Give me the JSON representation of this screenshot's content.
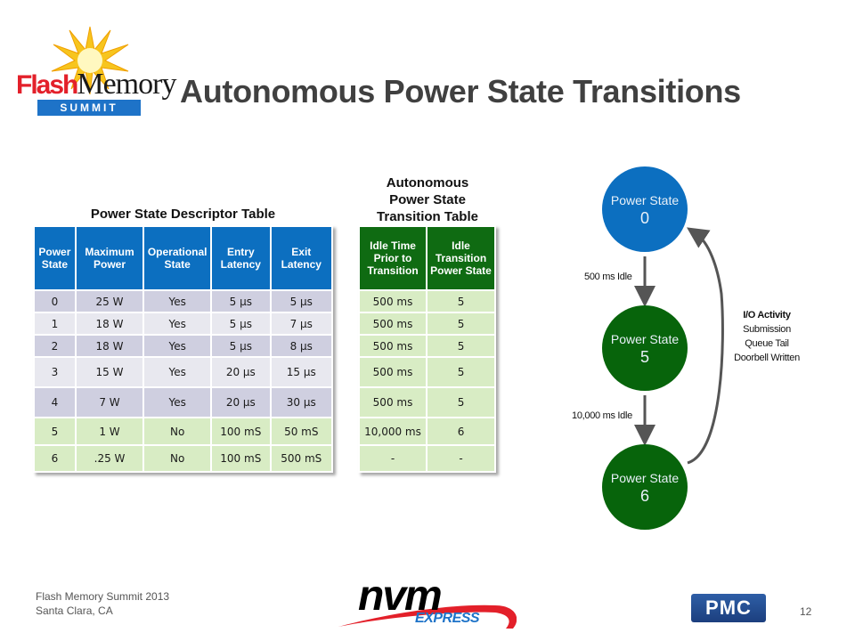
{
  "logo": {
    "flash": "Flash",
    "memory": "Memory",
    "summit": "SUMMIT"
  },
  "slide": {
    "title": "Autonomous Power State Transitions",
    "page_number": "12"
  },
  "footer": {
    "line1": "Flash Memory Summit 2013",
    "line2": "Santa Clara, CA"
  },
  "brands": {
    "nvm": "nvm",
    "express": "EXPRESS",
    "pmc": "PMC"
  },
  "psd_table": {
    "title": "Power State Descriptor Table",
    "headers": [
      [
        "Power",
        "State"
      ],
      [
        "Maximum",
        "Power"
      ],
      [
        "Operational",
        "State"
      ],
      [
        "Entry",
        "Latency"
      ],
      [
        "Exit",
        "Latency"
      ]
    ],
    "rows": [
      [
        "0",
        "25 W",
        "Yes",
        "5 µs",
        "5 µs"
      ],
      [
        "1",
        "18 W",
        "Yes",
        "5 µs",
        "7 µs"
      ],
      [
        "2",
        "18 W",
        "Yes",
        "5 µs",
        "8 µs"
      ],
      [
        "3",
        "15 W",
        "Yes",
        "20 µs",
        "15 µs"
      ],
      [
        "4",
        "7 W",
        "Yes",
        "20 µs",
        "30 µs"
      ],
      [
        "5",
        "1 W",
        "No",
        "100 mS",
        "50 mS"
      ],
      [
        "6",
        ".25 W",
        "No",
        "100 mS",
        "500 mS"
      ]
    ]
  },
  "apst_table": {
    "title": [
      "Autonomous",
      "Power State",
      "Transition Table"
    ],
    "headers": [
      [
        "Idle Time",
        "Prior to",
        "Transition"
      ],
      [
        "Idle",
        "Transition",
        "Power State"
      ]
    ],
    "rows": [
      [
        "500 ms",
        "5"
      ],
      [
        "500 ms",
        "5"
      ],
      [
        "500 ms",
        "5"
      ],
      [
        "500 ms",
        "5"
      ],
      [
        "500 ms",
        "5"
      ],
      [
        "10,000 ms",
        "6"
      ],
      [
        "-",
        "-"
      ]
    ]
  },
  "diagram": {
    "nodes": [
      {
        "label": "Power State",
        "num": "0",
        "color": "#0c6fc0"
      },
      {
        "label": "Power State",
        "num": "5",
        "color": "#07640b"
      },
      {
        "label": "Power State",
        "num": "6",
        "color": "#07640b"
      }
    ],
    "edges": [
      {
        "label": "500 ms Idle"
      },
      {
        "label": "10,000 ms Idle"
      }
    ],
    "return_edge": {
      "title": "I/O Activity",
      "lines": [
        "Submission",
        "Queue Tail",
        "Doorbell Written"
      ]
    }
  }
}
